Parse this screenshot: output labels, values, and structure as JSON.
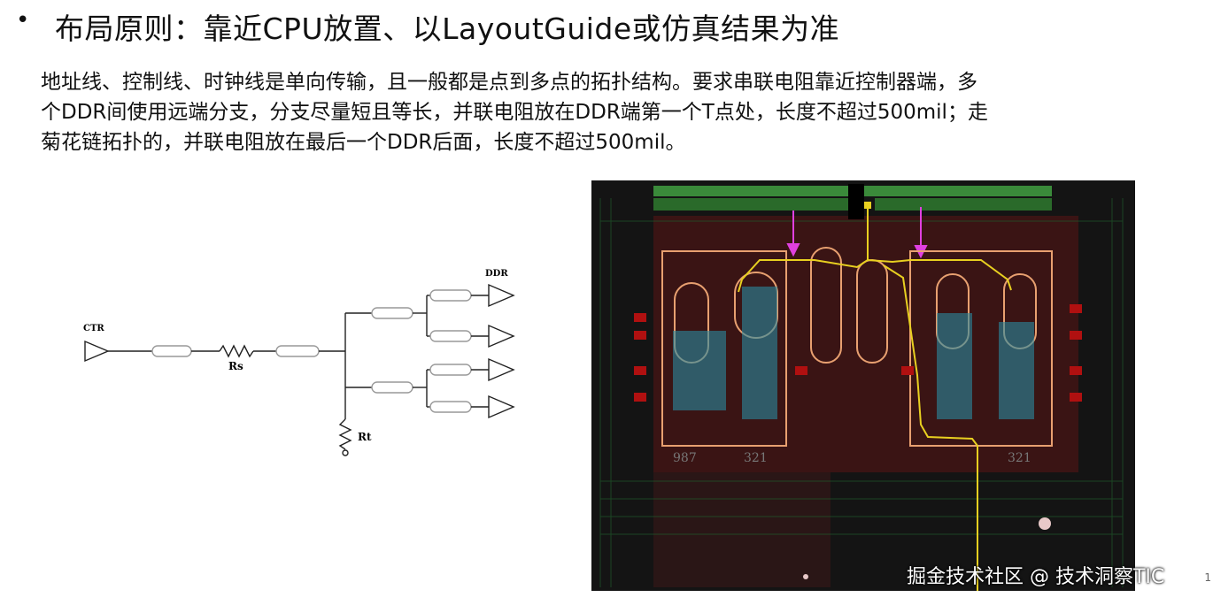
{
  "slide": {
    "bullet": "•",
    "title": "布局原则：靠近CPU放置、以LayoutGuide或仿真结果为准",
    "body_lines": [
      "地址线、控制线、时钟线是单向传输，且一般都是点到多点的拓扑结构。要求串联电阻靠近控制器端，多",
      "个DDR间使用远端分支，分支尽量短且等长，并联电阻放在DDR端第一个T点处，长度不超过500mil；走",
      "菊花链拓扑的，并联电阻放在最后一个DDR后面，长度不超过500mil。"
    ]
  },
  "schematic": {
    "labels": {
      "ctr": "CTR",
      "rs": "Rs",
      "rt": "Rt",
      "ddr": "DDR"
    }
  },
  "pcb": {
    "silkscreen_left": "987",
    "silkscreen_mid": "321",
    "silkscreen_right": "321",
    "colors": {
      "board": "#141414",
      "trace_yellow": "#e8d020",
      "pad_red": "#b01010",
      "arrow": "#e040e0",
      "outline": "#e8a070"
    }
  },
  "watermark": "掘金技术社区 @ 技术洞察TIC",
  "page_number": "1"
}
